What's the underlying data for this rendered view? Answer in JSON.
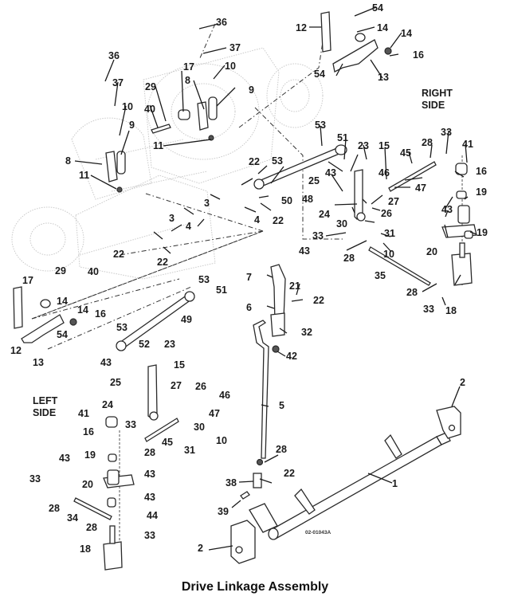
{
  "title": "Drive Linkage Assembly",
  "drawing_code": "02-01043A",
  "side_labels": {
    "right": [
      "RIGHT",
      "SIDE"
    ],
    "left": [
      "LEFT",
      "SIDE"
    ]
  },
  "callouts": {
    "c1": "1",
    "c2a": "2",
    "c2b": "2",
    "c3a": "3",
    "c3b": "3",
    "c4a": "4",
    "c4b": "4",
    "c5": "5",
    "c6": "6",
    "c7": "7",
    "c8a": "8",
    "c8b": "8",
    "c9a": "9",
    "c9b": "9",
    "c10a": "10",
    "c10b": "10",
    "c10c": "10",
    "c10d": "10",
    "c11a": "11",
    "c11b": "11",
    "c12a": "12",
    "c12b": "12",
    "c13a": "13",
    "c13b": "13",
    "c14a": "14",
    "c14b": "14",
    "c14c": "14",
    "c14d": "14",
    "c15a": "15",
    "c15b": "15",
    "c16a": "16",
    "c16b": "16",
    "c16c": "16",
    "c16d": "16",
    "c17a": "17",
    "c17b": "17",
    "c18a": "18",
    "c18b": "18",
    "c19a": "19",
    "c19b": "19",
    "c19c": "19",
    "c20a": "20",
    "c20b": "20",
    "c21": "21",
    "c22a": "22",
    "c22b": "22",
    "c22c": "22",
    "c22d": "22",
    "c22e": "22",
    "c22f": "22",
    "c23a": "23",
    "c23b": "23",
    "c24a": "24",
    "c24b": "24",
    "c25a": "25",
    "c25b": "25",
    "c26a": "26",
    "c26b": "26",
    "c27a": "27",
    "c27b": "27",
    "c28a": "28",
    "c28b": "28",
    "c28c": "28",
    "c28d": "28",
    "c28e": "28",
    "c28f": "28",
    "c28g": "28",
    "c29a": "29",
    "c29b": "29",
    "c30a": "30",
    "c30b": "30",
    "c31a": "31",
    "c31b": "31",
    "c32": "32",
    "c33a": "33",
    "c33b": "33",
    "c33c": "33",
    "c33d": "33",
    "c33e": "33",
    "c33f": "33",
    "c34": "34",
    "c35": "35",
    "c36a": "36",
    "c36b": "36",
    "c37a": "37",
    "c37b": "37",
    "c38": "38",
    "c39": "39",
    "c40a": "40",
    "c40b": "40",
    "c41a": "41",
    "c41b": "41",
    "c42": "42",
    "c43a": "43",
    "c43b": "43",
    "c43c": "43",
    "c43d": "43",
    "c43e": "43",
    "c43f": "43",
    "c43g": "43",
    "c44": "44",
    "c45a": "45",
    "c45b": "45",
    "c46a": "46",
    "c46b": "46",
    "c47a": "47",
    "c47b": "47",
    "c48": "48",
    "c49": "49",
    "c50": "50",
    "c51a": "51",
    "c51b": "51",
    "c52": "52",
    "c53a": "53",
    "c53b": "53",
    "c53c": "53",
    "c53d": "53",
    "c54a": "54",
    "c54b": "54",
    "c54c": "54"
  }
}
